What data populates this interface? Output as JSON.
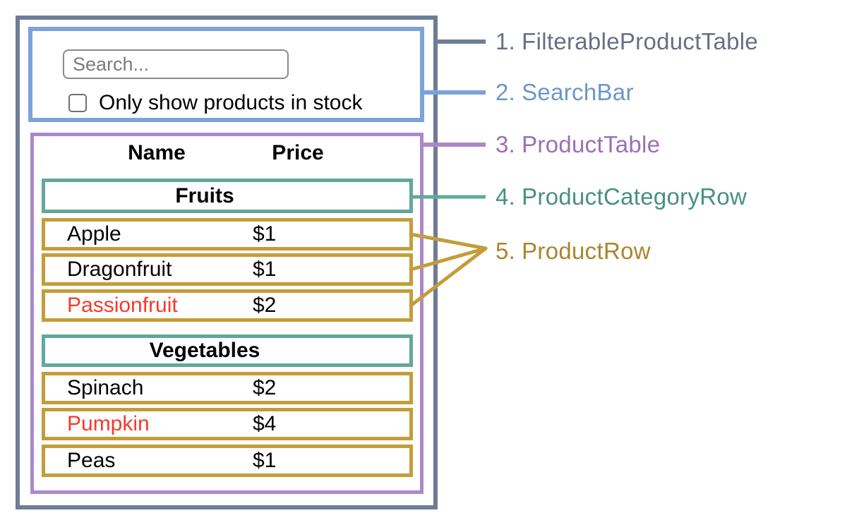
{
  "colors": {
    "container-border": "#6e7d97",
    "searchbar-border": "#7ba3d9",
    "table-border": "#ad87ca",
    "category-border": "#62a89a",
    "row-border": "#c49d3a",
    "label-1": "#667084",
    "label-2": "#6d96c9",
    "label-3": "#9a70b2",
    "label-4": "#47917f",
    "label-5": "#a9862c",
    "highlight-text": "#f5392c"
  },
  "search": {
    "placeholder": "Search...",
    "checkbox_label": "Only show products in stock"
  },
  "table": {
    "name_header": "Name",
    "price_header": "Price",
    "sections": [
      {
        "category": "Fruits",
        "rows": [
          {
            "name": "Apple",
            "price": "$1",
            "highlighted": false
          },
          {
            "name": "Dragonfruit",
            "price": "$1",
            "highlighted": false
          },
          {
            "name": "Passionfruit",
            "price": "$2",
            "highlighted": true
          }
        ]
      },
      {
        "category": "Vegetables",
        "rows": [
          {
            "name": "Spinach",
            "price": "$2",
            "highlighted": false
          },
          {
            "name": "Pumpkin",
            "price": "$4",
            "highlighted": true
          },
          {
            "name": "Peas",
            "price": "$1",
            "highlighted": false
          }
        ]
      }
    ]
  },
  "legend": [
    {
      "index": "1.",
      "name": "FilterableProductTable"
    },
    {
      "index": "2.",
      "name": "SearchBar"
    },
    {
      "index": "3.",
      "name": "ProductTable"
    },
    {
      "index": "4.",
      "name": "ProductCategoryRow"
    },
    {
      "index": "5.",
      "name": "ProductRow"
    }
  ]
}
